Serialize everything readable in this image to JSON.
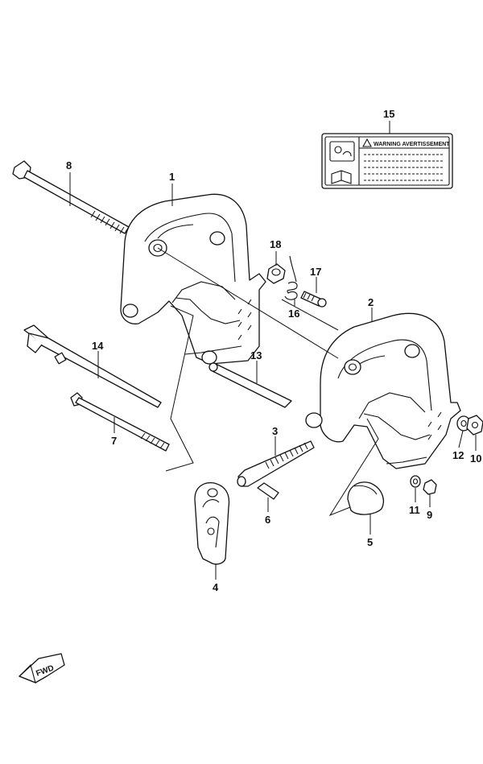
{
  "callouts": {
    "c1": "1",
    "c2": "2",
    "c3": "3",
    "c4": "4",
    "c5": "5",
    "c6": "6",
    "c7": "7",
    "c8": "8",
    "c9": "9",
    "c10": "10",
    "c11": "11",
    "c12": "12",
    "c13": "13",
    "c14": "14",
    "c15": "15",
    "c16": "16",
    "c17": "17",
    "c18": "18"
  },
  "warning_label": {
    "heading": "WARNING AVERTISSEMENT"
  },
  "direction_badge": {
    "text": "FWD"
  }
}
